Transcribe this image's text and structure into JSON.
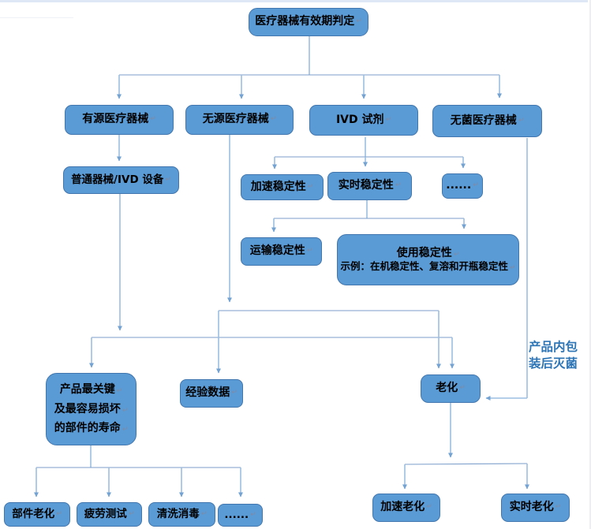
{
  "marks": {
    "return": "↵"
  },
  "colors": {
    "node_fill": "#5B9BD5",
    "node_border": "#4176AE",
    "connector_line": "#7D9FCB",
    "connector_line_light": "#9CBEE3",
    "arrowhead": "#74A2D3",
    "annotation_text": "#2E75B6",
    "label_text": "#000000",
    "background": "#ffffff"
  },
  "nodes": {
    "root": {
      "label": "医疗器械有效期判定"
    },
    "active": {
      "label": "有源医疗器械"
    },
    "passive": {
      "label": "无源医疗器械"
    },
    "ivd": {
      "label": "IVD 试剂"
    },
    "sterile": {
      "label": "无菌医疗器械"
    },
    "ordinary": {
      "label": "普通器械/IVD 设备"
    },
    "accel_stab": {
      "label": "加速稳定性"
    },
    "realtime_stab": {
      "label": "实时稳定性"
    },
    "ellipsis_stab": {
      "label": "......"
    },
    "transport_stab": {
      "label": "运输稳定性"
    },
    "use_stab": {
      "label": "使用稳定性",
      "sub": "示例：在机稳定性、复溶和开瓶稳定性"
    },
    "critical_parts": {
      "lines": [
        "产品最关键",
        "及最容易损坏",
        "的部件的寿命"
      ]
    },
    "experience": {
      "label": "经验数据"
    },
    "aging": {
      "label": "老化"
    },
    "part_aging": {
      "label": "部件老化"
    },
    "fatigue": {
      "label": "疲劳测试"
    },
    "cleaning": {
      "label": "清洗消毒"
    },
    "ellipsis_bottom": {
      "label": "......"
    },
    "accel_aging": {
      "label": "加速老化"
    },
    "realtime_aging": {
      "label": "实时老化"
    }
  },
  "annotation": {
    "lines": [
      "产品内包",
      "装后灭菌"
    ],
    "text": "产品内包装后灭菌"
  },
  "connections": [
    {
      "from": "root",
      "to": "active"
    },
    {
      "from": "root",
      "to": "passive"
    },
    {
      "from": "root",
      "to": "ivd"
    },
    {
      "from": "root",
      "to": "sterile"
    },
    {
      "from": "active",
      "to": "ordinary"
    },
    {
      "from": "ordinary",
      "to": "critical_parts"
    },
    {
      "from": "ordinary",
      "to": "aging"
    },
    {
      "from": "passive",
      "to": "experience"
    },
    {
      "from": "passive",
      "to": "aging"
    },
    {
      "from": "ivd",
      "to": "accel_stab"
    },
    {
      "from": "ivd",
      "to": "realtime_stab"
    },
    {
      "from": "ivd",
      "to": "ellipsis_stab"
    },
    {
      "from": "realtime_stab",
      "to": "transport_stab"
    },
    {
      "from": "realtime_stab",
      "to": "use_stab"
    },
    {
      "from": "critical_parts",
      "to": "part_aging"
    },
    {
      "from": "critical_parts",
      "to": "fatigue"
    },
    {
      "from": "critical_parts",
      "to": "cleaning"
    },
    {
      "from": "critical_parts",
      "to": "ellipsis_bottom"
    },
    {
      "from": "aging",
      "to": "accel_aging"
    },
    {
      "from": "aging",
      "to": "realtime_aging"
    },
    {
      "from": "sterile",
      "to": "aging",
      "label": "产品内包装后灭菌"
    }
  ]
}
